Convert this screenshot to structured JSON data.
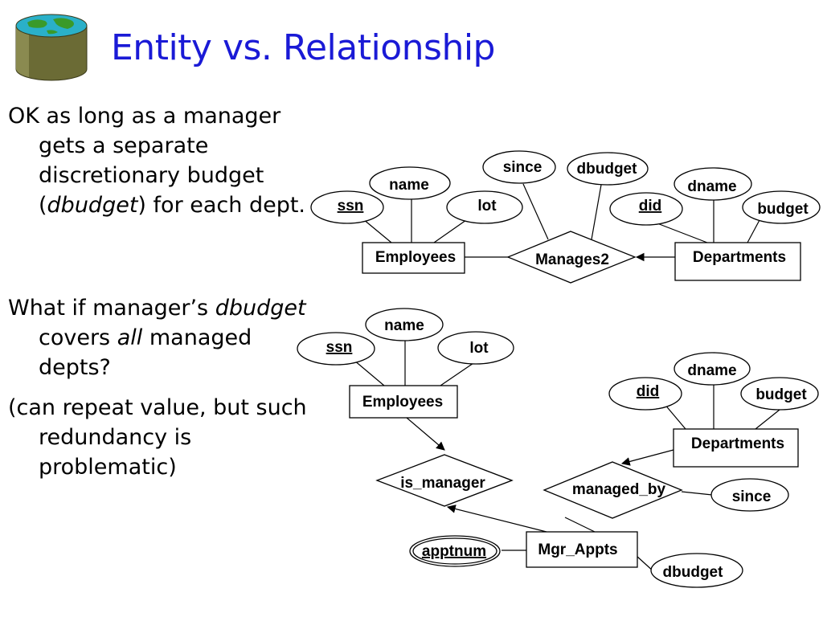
{
  "title": "Entity vs. Relationship",
  "colors": {
    "title": "#1a1ad6",
    "logo_body": "#6b6b35",
    "logo_top_water": "#2ab0c8",
    "logo_land": "#3a9a2a"
  },
  "icons": {
    "logo": "database-globe-icon"
  },
  "bullets": [
    {
      "text": "OK as long as a manager gets a separate discretionary budget (",
      "italic": "dbudget",
      "text_after": ") for each dept."
    },
    {
      "text": "What if manager’s ",
      "italic": "dbudget",
      "text_mid": " covers ",
      "italic2": "all",
      "text_after": " managed depts?"
    },
    {
      "text": "(can repeat value, but such redundancy is problematic)"
    }
  ],
  "diagram_top": {
    "entities": [
      "Employees",
      "Departments"
    ],
    "relationship": "Manages2",
    "attributes": {
      "employees": [
        {
          "label": "ssn",
          "key": true
        },
        {
          "label": "name",
          "key": false
        },
        {
          "label": "lot",
          "key": false
        }
      ],
      "relationship": [
        {
          "label": "since",
          "key": false
        },
        {
          "label": "dbudget",
          "key": false
        }
      ],
      "departments": [
        {
          "label": "did",
          "key": true
        },
        {
          "label": "dname",
          "key": false
        },
        {
          "label": "budget",
          "key": false
        }
      ]
    }
  },
  "diagram_bottom": {
    "entities": [
      "Employees",
      "Departments",
      "Mgr_Appts"
    ],
    "relationships": [
      "is_manager",
      "managed_by"
    ],
    "attributes": {
      "employees": [
        {
          "label": "ssn",
          "key": true
        },
        {
          "label": "name",
          "key": false
        },
        {
          "label": "lot",
          "key": false
        }
      ],
      "departments": [
        {
          "label": "did",
          "key": true
        },
        {
          "label": "dname",
          "key": false
        },
        {
          "label": "budget",
          "key": false
        }
      ],
      "managed_by": [
        {
          "label": "since",
          "key": false
        }
      ],
      "mgr_appts": [
        {
          "label": "apptnum",
          "key": true
        },
        {
          "label": "dbudget",
          "key": false
        }
      ]
    }
  }
}
